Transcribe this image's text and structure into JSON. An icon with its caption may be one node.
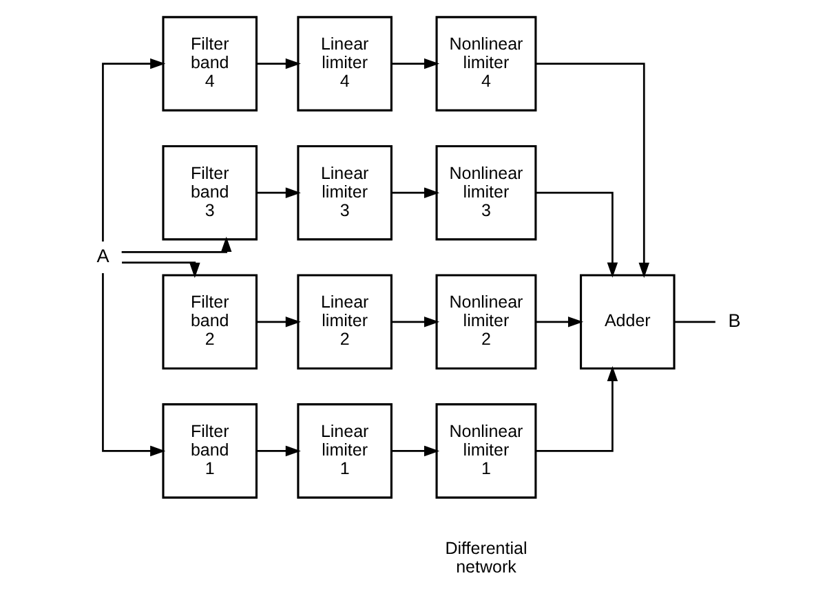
{
  "diagram": {
    "nodes": [
      {
        "text": [
          "A"
        ]
      },
      {
        "text": [
          "Filter band 4"
        ]
      },
      {
        "text": [
          "Linear limiter 4"
        ]
      },
      {
        "text": [
          "Nonlinear limiter 4"
        ]
      },
      {
        "text": [
          "Filter band 3"
        ]
      },
      {
        "text": [
          "Linear limiter 3"
        ]
      },
      {
        "text": [
          "Nonlinear limiter 3"
        ]
      },
      {
        "text": [
          "Filter band 2"
        ]
      },
      {
        "text": [
          "Linear limiter 2"
        ]
      },
      {
        "text": [
          "Nonlinear limiter 2"
        ]
      },
      {
        "text": [
          "Filter band 1"
        ]
      },
      {
        "text": [
          "Linear limiter 1"
        ]
      },
      {
        "text": [
          "Nonlinear limiter 1"
        ]
      },
      {
        "text": [
          "Adder"
        ]
      },
      {
        "text": [
          "B"
        ]
      }
    ],
    "edges": [
      {
        "from": 0,
        "to": 1,
        "arrow": "to"
      },
      {
        "from": 0,
        "to": 4,
        "arrow": "to"
      },
      {
        "from": 0,
        "to": 7,
        "arrow": "to"
      },
      {
        "from": 0,
        "to": 10,
        "arrow": "to"
      },
      {
        "from": 1,
        "to": 2,
        "arrow": "to"
      },
      {
        "from": 2,
        "to": 3,
        "arrow": "to"
      },
      {
        "from": 4,
        "to": 5,
        "arrow": "to"
      },
      {
        "from": 5,
        "to": 6,
        "arrow": "to"
      },
      {
        "from": 7,
        "to": 8,
        "arrow": "to"
      },
      {
        "from": 8,
        "to": 9,
        "arrow": "to"
      },
      {
        "from": 10,
        "to": 11,
        "arrow": "to"
      },
      {
        "from": 11,
        "to": 12,
        "arrow": "to"
      },
      {
        "from": 3,
        "to": 13,
        "arrow": "to"
      },
      {
        "from": 6,
        "to": 13,
        "arrow": "to"
      },
      {
        "from": 9,
        "to": 13,
        "arrow": "to"
      },
      {
        "from": 12,
        "to": 13,
        "arrow": "to"
      },
      {
        "from": 13,
        "to": 14,
        "arrow": "none"
      }
    ],
    "labels": [
      "Differential network"
    ]
  }
}
